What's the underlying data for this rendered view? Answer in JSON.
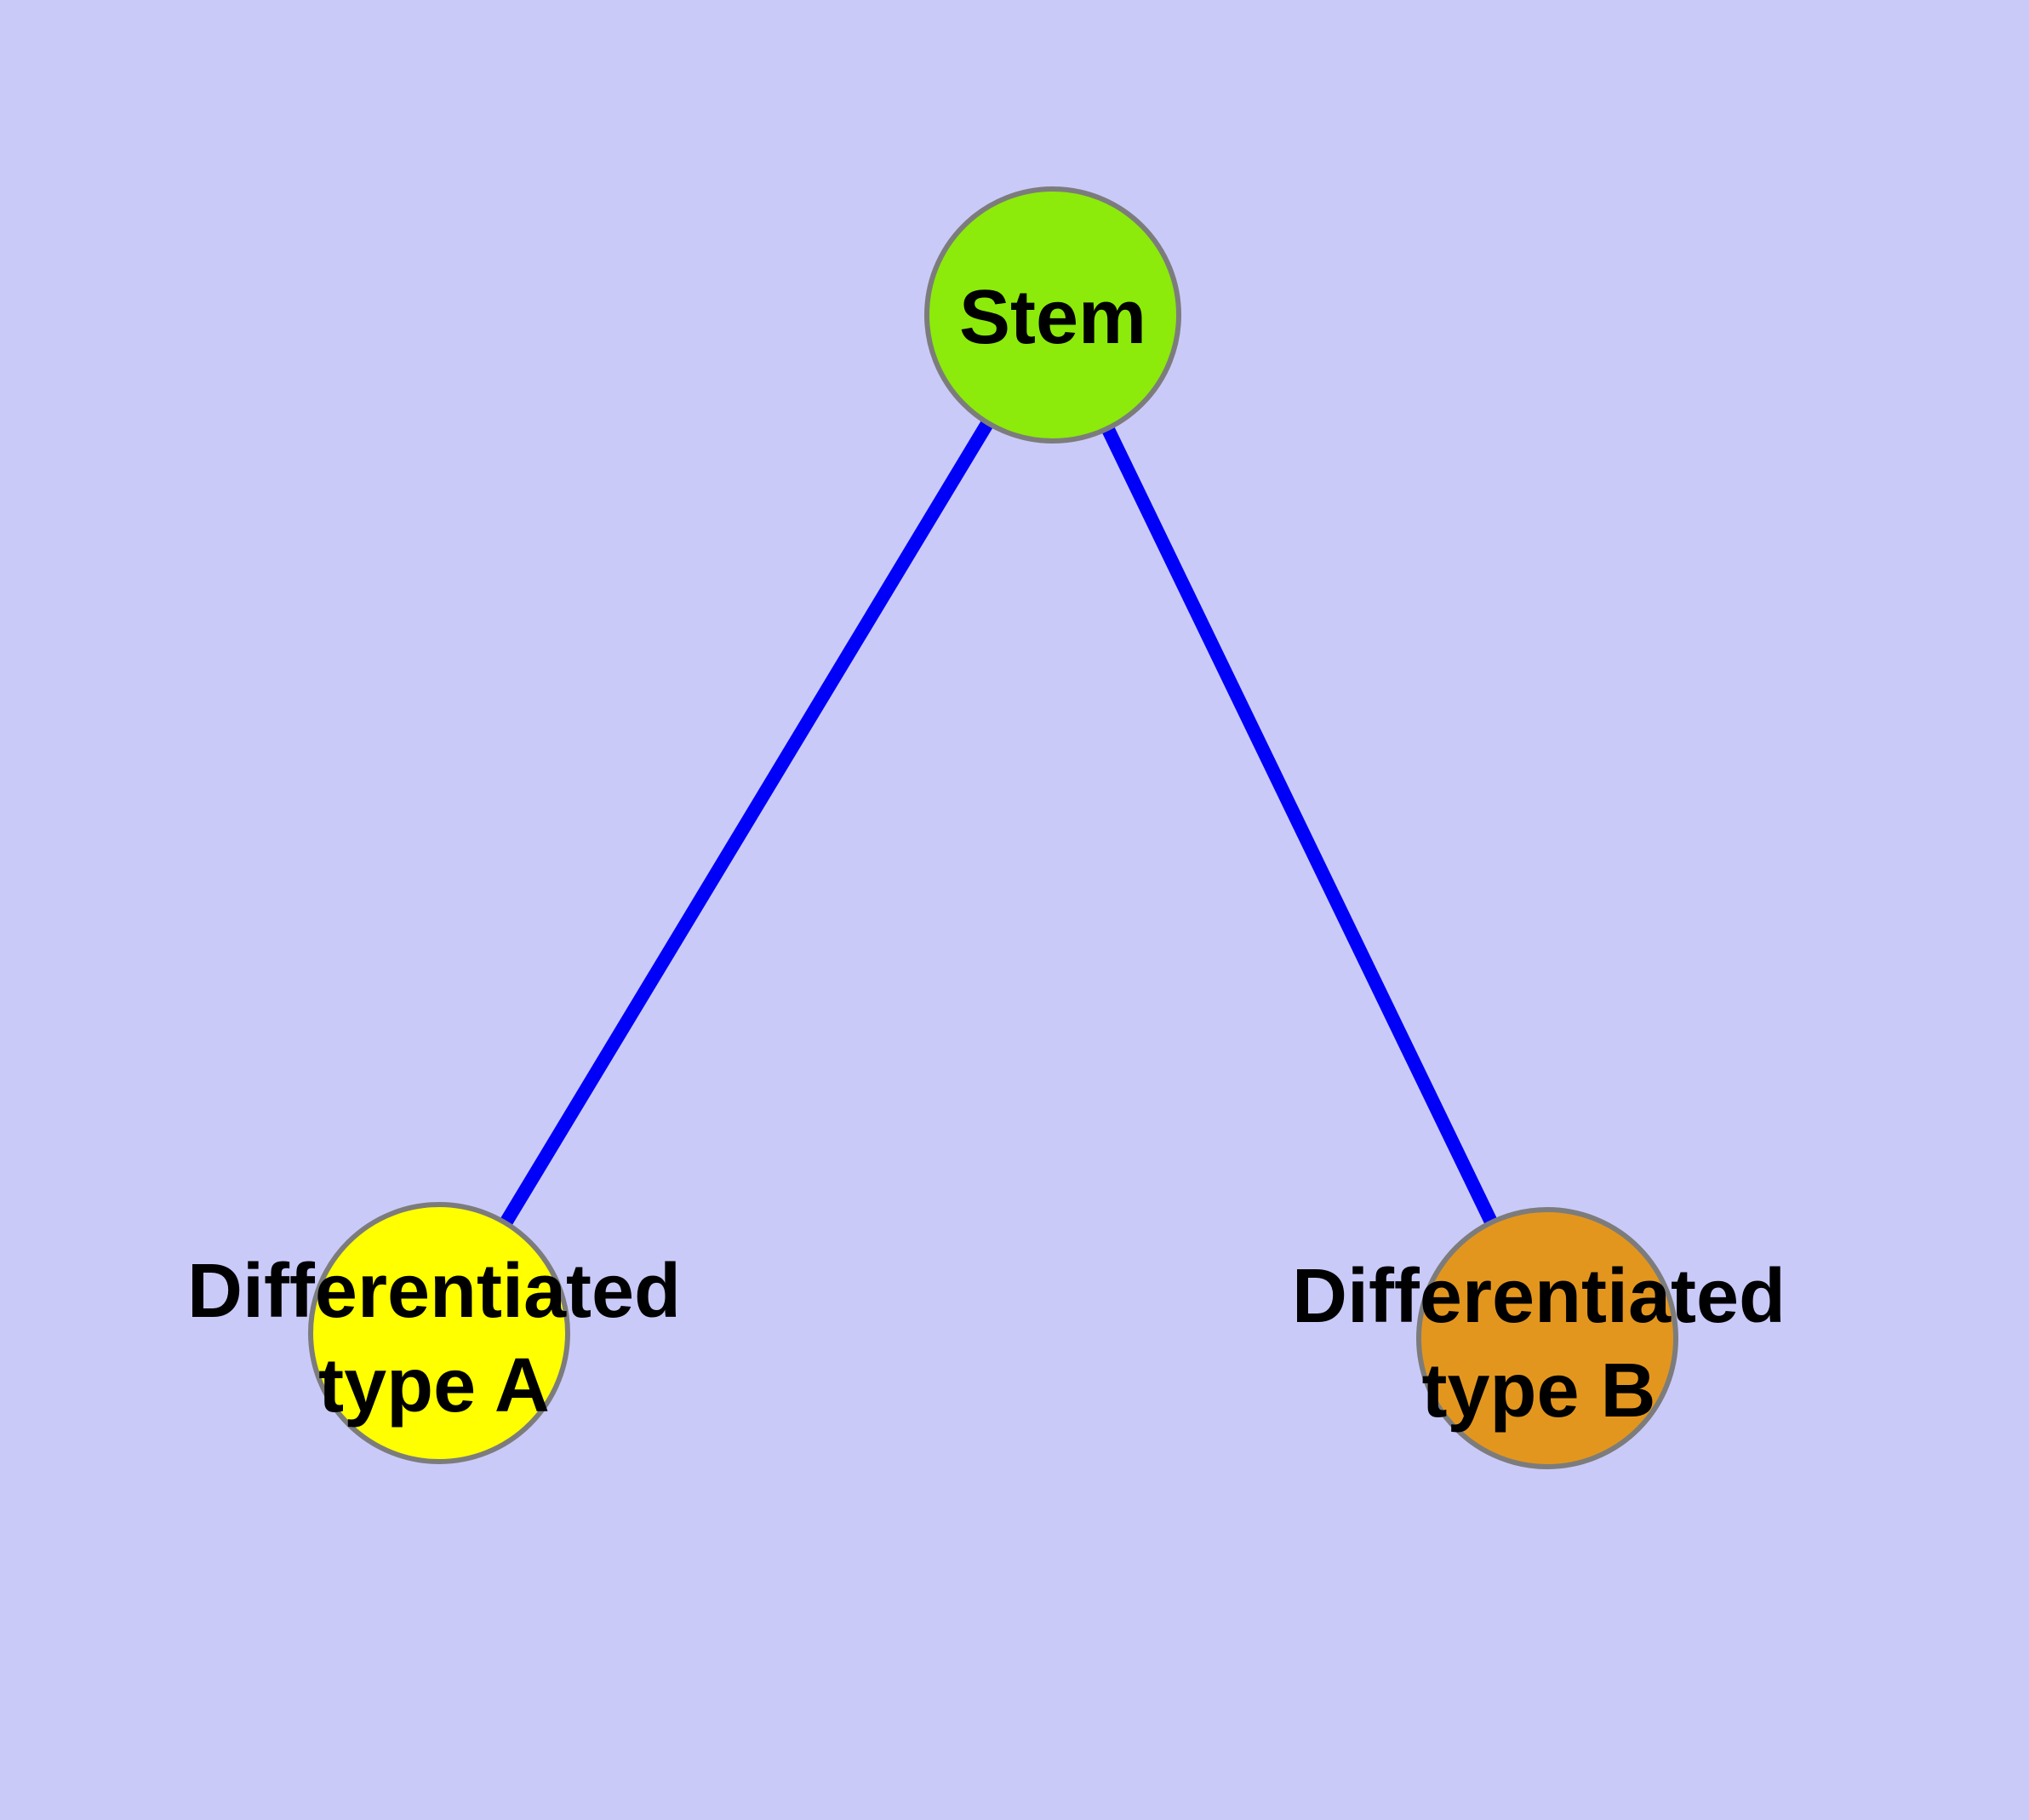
{
  "diagram": {
    "title": "stem-cell-differentiation-graph",
    "background_color": "#CACAF9",
    "edge_color": "#0000F8",
    "edge_width": 16,
    "node_border_color": "#7C7C7C",
    "node_border_width": 6,
    "label_color": "#000000",
    "nodes": [
      {
        "id": "stem",
        "color": "#8CEB0A",
        "label_lines": [
          "Stem"
        ]
      },
      {
        "id": "differentiated-type-a",
        "color": "#FFFF00",
        "label_lines": [
          "Differentiated",
          "type A"
        ]
      },
      {
        "id": "differentiated-type-b",
        "color": "#E3961E",
        "label_lines": [
          "Differentiated",
          "type B"
        ]
      }
    ],
    "edges": [
      {
        "from": "stem",
        "to": "differentiated-type-a"
      },
      {
        "from": "stem",
        "to": "differentiated-type-b"
      }
    ]
  }
}
